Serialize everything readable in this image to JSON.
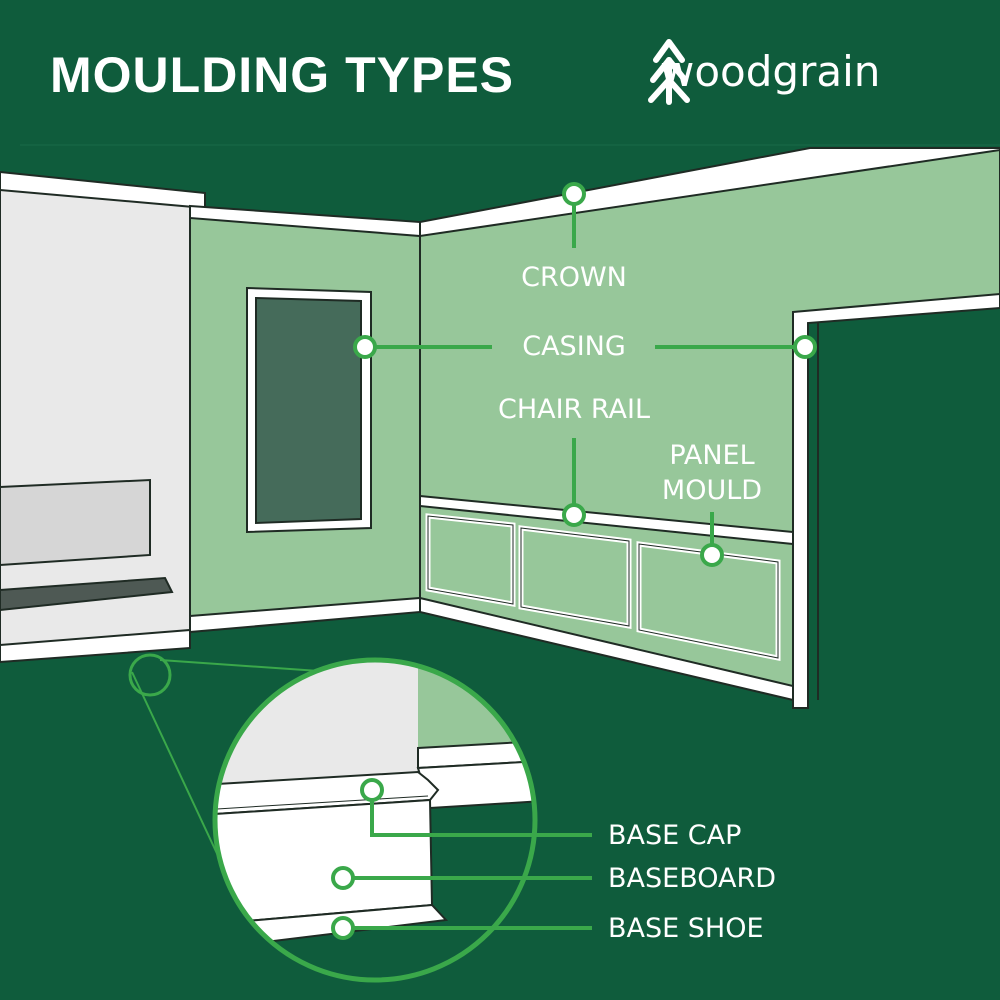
{
  "header": {
    "title": "MOULDING TYPES",
    "brand_name": "woodgrain"
  },
  "colors": {
    "background": "#0f5c3c",
    "wall": "#97c79a",
    "trim": "#ffffff",
    "accent": "#3aa84a"
  },
  "labels": {
    "crown": "CROWN",
    "casing": "CASING",
    "chair_rail": "CHAIR RAIL",
    "panel_mould_line1": "PANEL",
    "panel_mould_line2": "MOULD",
    "base_cap": "BASE CAP",
    "baseboard": "BASEBOARD",
    "base_shoe": "BASE SHOE"
  },
  "icons": {
    "brand_logo": "tree-logo-icon",
    "marker": "circle-marker-icon",
    "magnifier": "zoom-circle"
  }
}
